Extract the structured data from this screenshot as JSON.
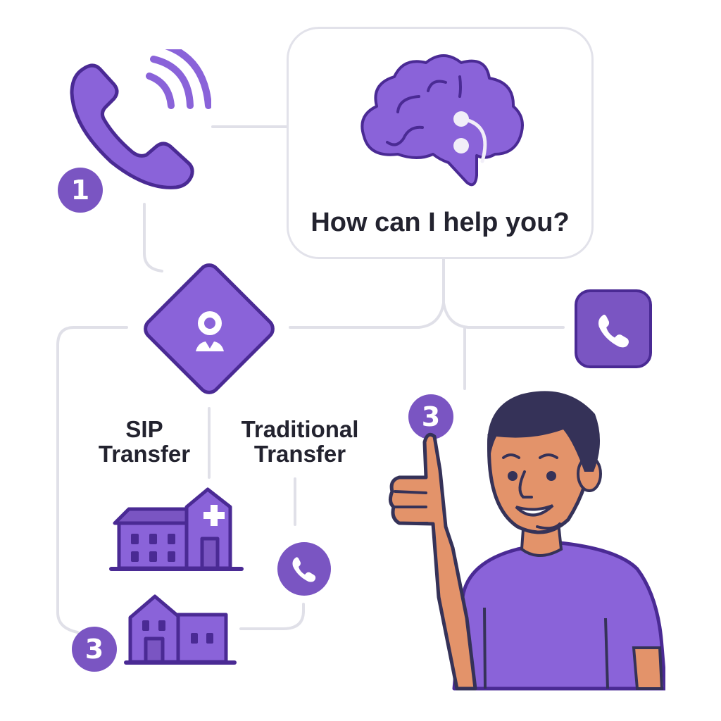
{
  "colors": {
    "primary": "#8a63d9",
    "outline": "#4a2a94",
    "badge": "#7a55c2",
    "connector": "#e0e0e8",
    "text": "#23232f",
    "skin": "#e3936a",
    "hair": "#353258"
  },
  "ai_card": {
    "message": "How can I help you?",
    "icon": "brain-chat-icon"
  },
  "nodes": {
    "incoming_call": {
      "icon": "phone-ringing-icon",
      "badge": "1"
    },
    "router": {
      "icon": "location-pin-person-icon"
    },
    "sip_transfer": {
      "label_line1": "SIP",
      "label_line2": "Transfer"
    },
    "traditional_transfer": {
      "label_line1": "Traditional",
      "label_line2": "Transfer"
    },
    "hospital": {
      "icon": "hospital-icon"
    },
    "clinic": {
      "icon": "house-building-icon",
      "badge": "3"
    },
    "phone_circle": {
      "icon": "phone-circle-icon"
    },
    "phone_square": {
      "icon": "phone-square-icon"
    },
    "caller": {
      "icon": "person-thumbs-up-icon",
      "badge": "3"
    }
  }
}
